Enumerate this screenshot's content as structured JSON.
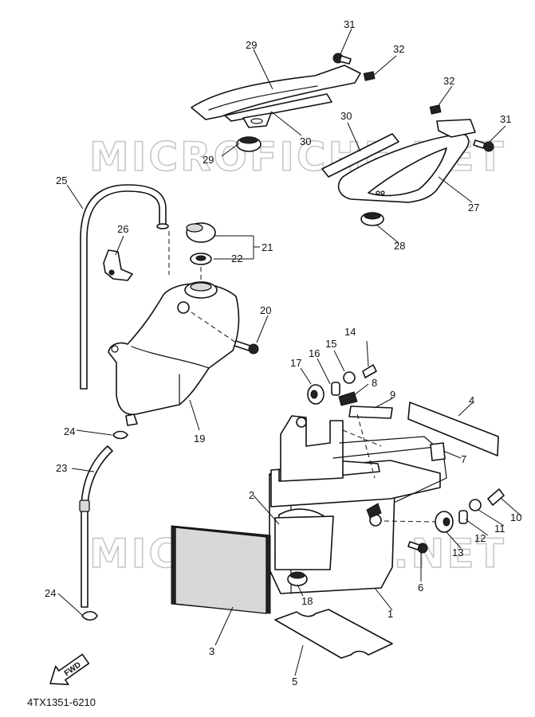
{
  "watermark": "MICROFICHE.NET",
  "catalog_code": "4TX1351-6210",
  "fwd_label": "FWD",
  "callouts": [
    "1",
    "2",
    "3",
    "4",
    "5",
    "6",
    "7",
    "8",
    "9",
    "10",
    "11",
    "12",
    "13",
    "14",
    "15",
    "16",
    "17",
    "18",
    "19",
    "20",
    "21",
    "22",
    "23",
    "24",
    "24",
    "25",
    "26",
    "27",
    "28",
    "29",
    "29",
    "30",
    "30",
    "31",
    "31",
    "32",
    "32"
  ]
}
